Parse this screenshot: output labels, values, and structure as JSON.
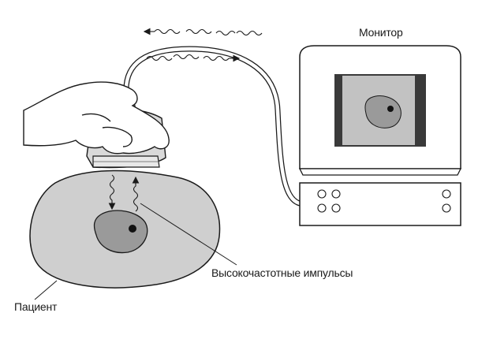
{
  "labels": {
    "monitor": "Монитор",
    "pulses": "Высокочастотные импульсы",
    "patient": "Пациент"
  },
  "colors": {
    "stroke": "#1a1a1a",
    "patient_body": "#cfcfcf",
    "organ": "#9a9a9a",
    "probe": "#d9d9d9",
    "hand": "#ffffff",
    "monitor_body": "#ffffff",
    "screen_frame": "#3a3a3a",
    "screen_bg": "#c2c2c2",
    "lesion": "#111111"
  },
  "icons": [
    "ultrasound-probe-icon",
    "hand-icon",
    "monitor-icon",
    "wave-icon",
    "arrow-icon"
  ]
}
